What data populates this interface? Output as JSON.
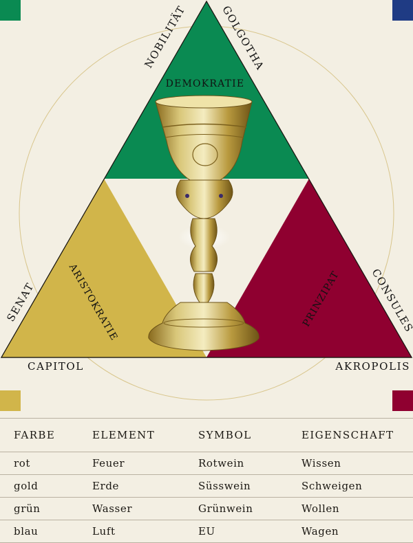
{
  "diagram": {
    "colors": {
      "green": "#0a8a52",
      "gold": "#d1b54a",
      "red": "#8f0030",
      "blue": "#1f3b84",
      "background": "#f3efe3"
    },
    "labels": {
      "top_left": "NOBILITÄT",
      "top_right": "GOLGOTHA",
      "top_inner": "DEMOKRATIE",
      "left_inner": "ARISTOKRATIE",
      "left_outer": "SENAT",
      "right_inner": "PRINZIPAT",
      "right_outer": "CONSULES",
      "bottom_left": "CAPITOL",
      "bottom_right": "AKROPOLIS"
    },
    "center_image": "golden-goblet"
  },
  "table": {
    "headers": [
      "FARBE",
      "ELEMENT",
      "SYMBOL",
      "EIGENSCHAFT"
    ],
    "rows": [
      [
        "rot",
        "Feuer",
        "Rotwein",
        "Wissen"
      ],
      [
        "gold",
        "Erde",
        "Süsswein",
        "Schweigen"
      ],
      [
        "grün",
        "Wasser",
        "Grünwein",
        "Wollen"
      ],
      [
        "blau",
        "Luft",
        "EU",
        "Wagen"
      ]
    ]
  }
}
